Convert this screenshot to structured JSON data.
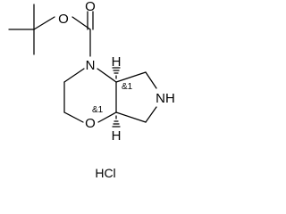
{
  "molecule": {
    "atoms": {
      "carbonyl_oxygen": "O",
      "ester_oxygen": "O",
      "ring_nitrogen": "N",
      "ring_oxygen": "O",
      "amine": "NH",
      "hydrogen_top": "H",
      "hydrogen_bottom": "H"
    },
    "stereo": {
      "top_center": "&1",
      "bottom_center": "&1"
    },
    "salt": "HCl"
  }
}
